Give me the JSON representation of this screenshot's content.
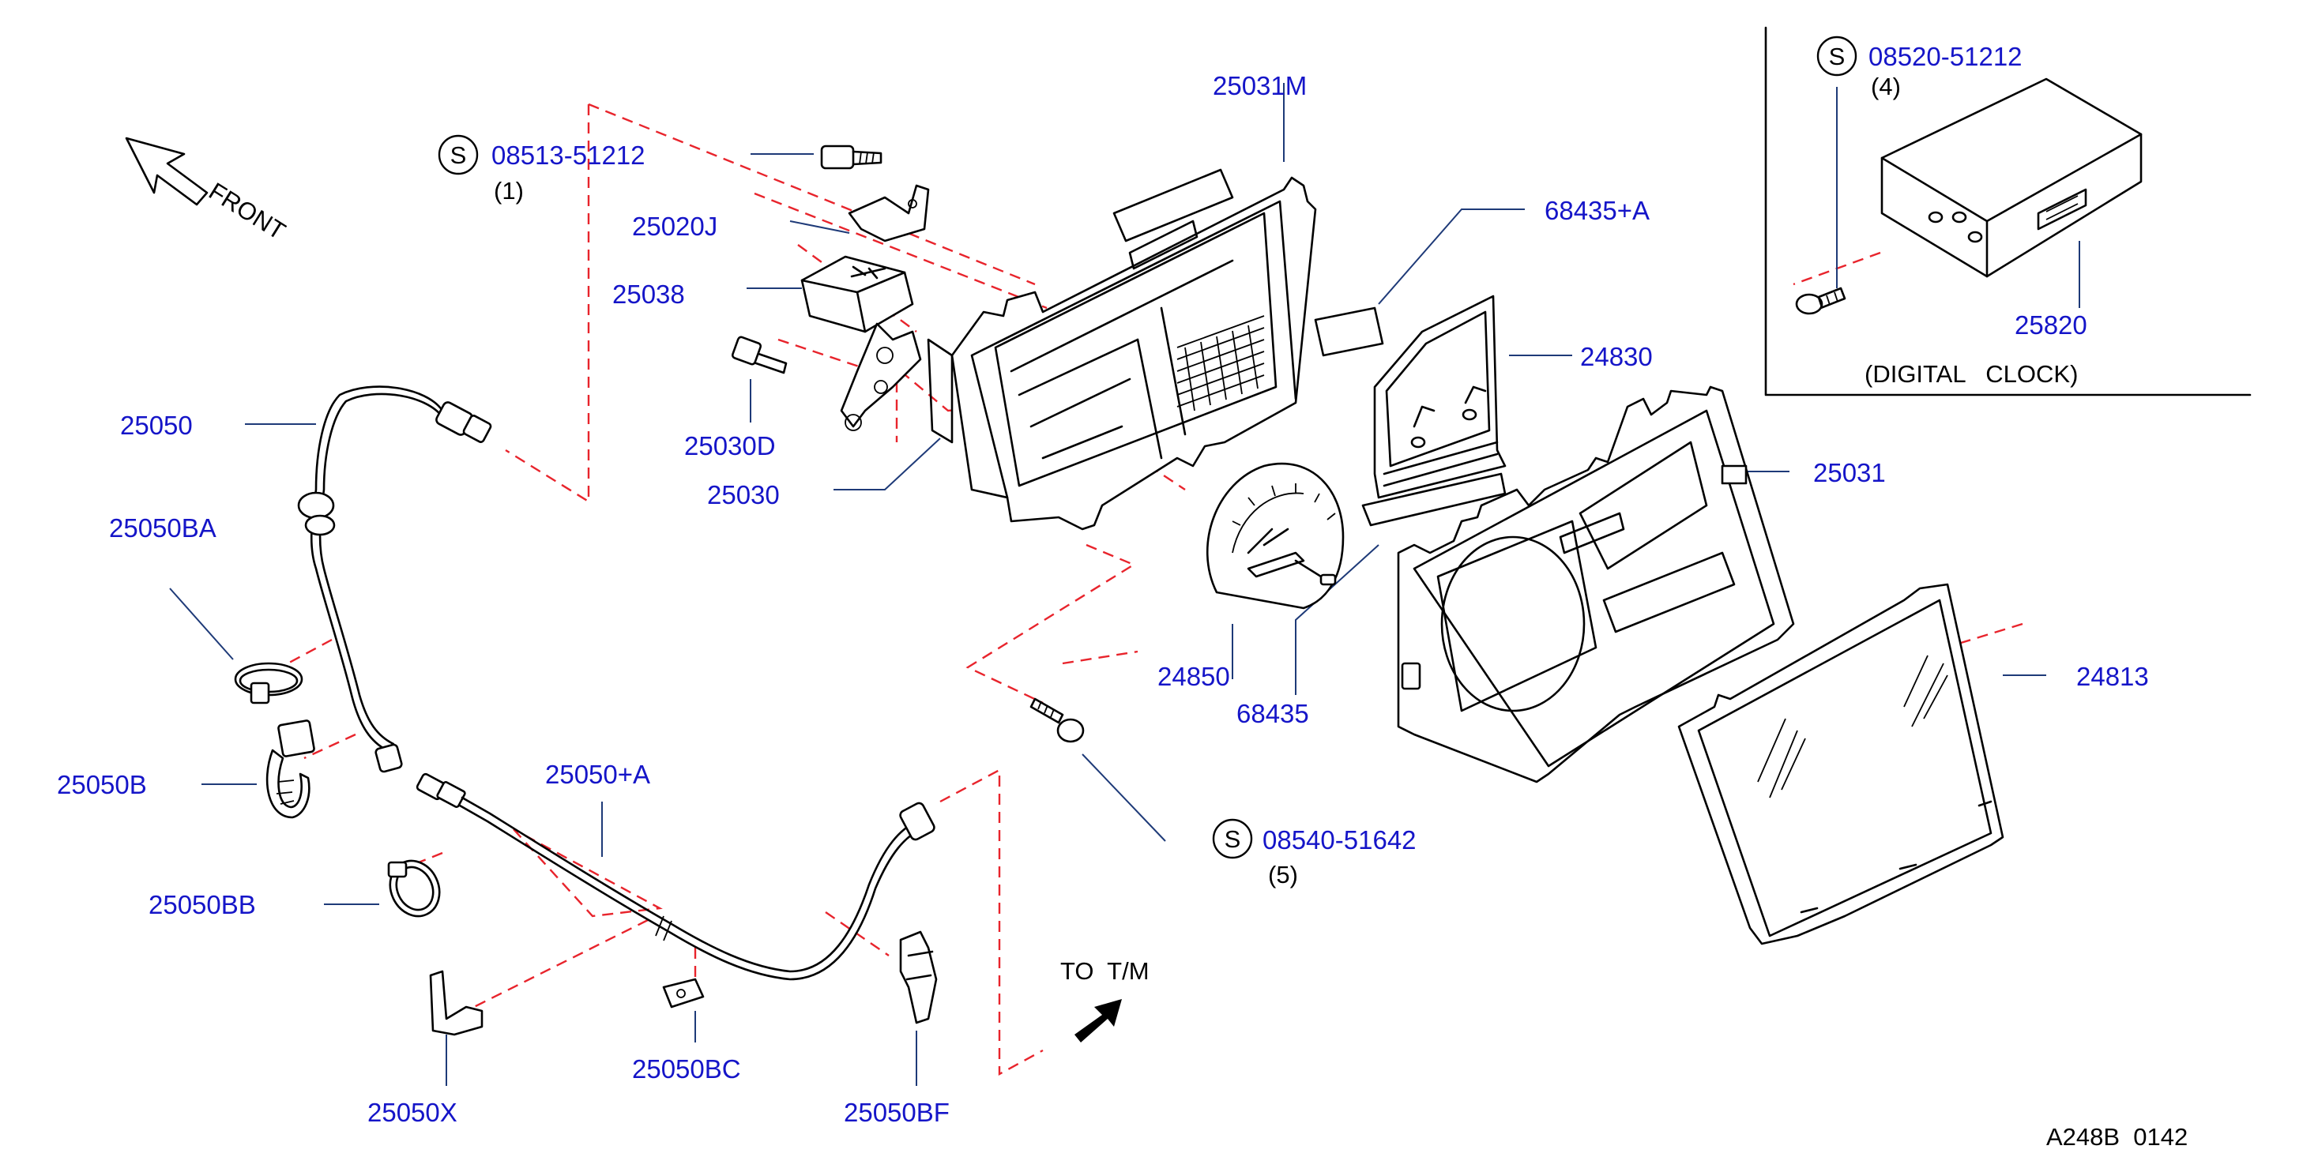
{
  "labels": {
    "p25031M": "25031M",
    "p25020J": "25020J",
    "p25038": "25038",
    "p25030D": "25030D",
    "p25030": "25030",
    "p25050": "25050",
    "p25050BA": "25050BA",
    "p25050B": "25050B",
    "p25050BB": "25050BB",
    "p25050X": "25050X",
    "p25050BC": "25050BC",
    "p25050BF": "25050BF",
    "p25050A": "25050+A",
    "p68435A": "68435+A",
    "p24830": "24830",
    "p24850": "24850",
    "p68435": "68435",
    "p25031": "25031",
    "p24813": "24813",
    "p25820": "25820"
  },
  "screws": {
    "s1": {
      "symbol": "S",
      "part": "08513-51212",
      "qty": "(1)"
    },
    "s4": {
      "symbol": "S",
      "part": "08520-51212",
      "qty": "(4)"
    },
    "s5": {
      "symbol": "S",
      "part": "08540-51642",
      "qty": "(5)"
    }
  },
  "front_label": "FRONT",
  "tm_label": "TO  T/M",
  "clock_caption": "(DIGITAL   CLOCK)",
  "diagram_code": "A248B  0142",
  "colors": {
    "part_number": "#1515c8",
    "dashed_line": "#e8242c",
    "leader": "#1e3a78"
  }
}
